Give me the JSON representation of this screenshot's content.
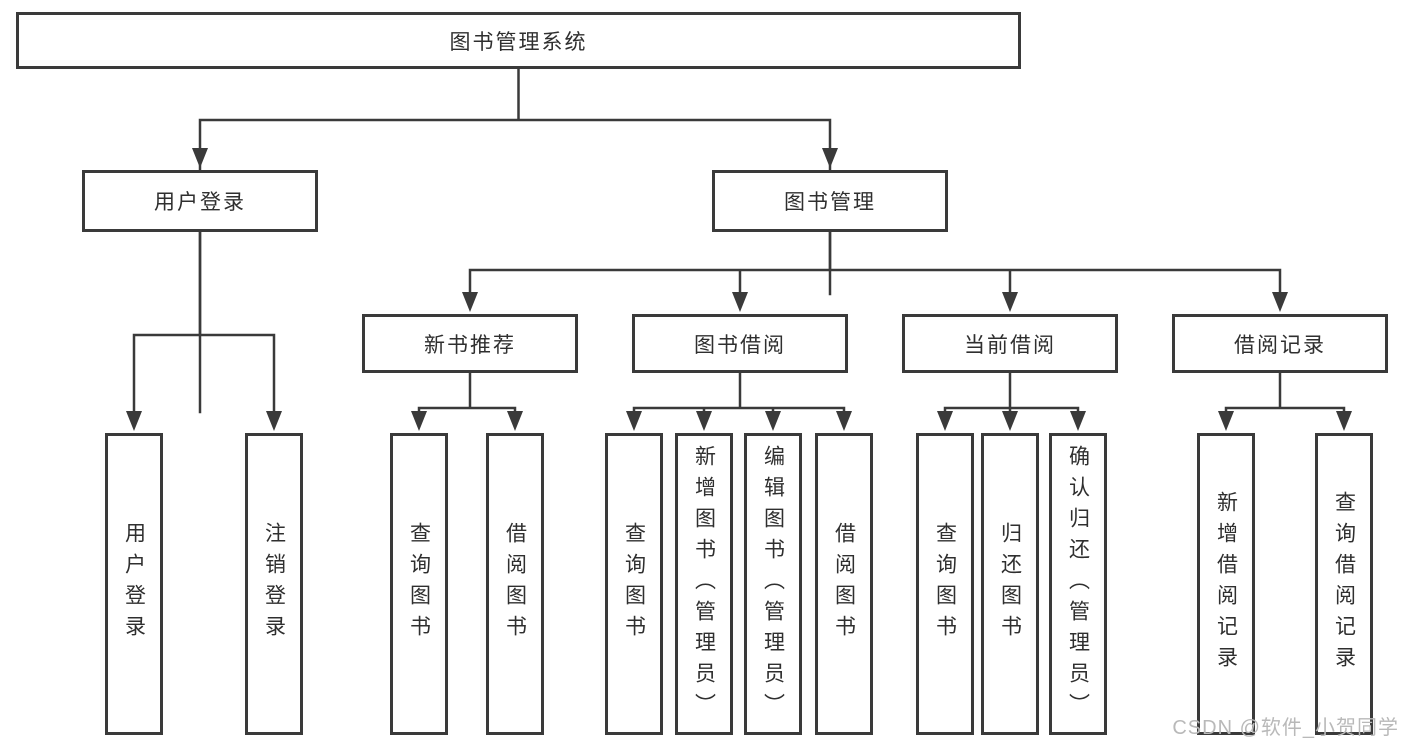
{
  "diagram": {
    "root": {
      "label": "图书管理系统",
      "children": [
        {
          "label": "用户登录",
          "children": [
            {
              "label": "用户登录"
            },
            {
              "label": "注销登录"
            }
          ]
        },
        {
          "label": "图书管理",
          "children": [
            {
              "label": "新书推荐",
              "children": [
                {
                  "label": "查询图书"
                },
                {
                  "label": "借阅图书"
                }
              ]
            },
            {
              "label": "图书借阅",
              "children": [
                {
                  "label": "查询图书"
                },
                {
                  "label": "新增图书（管理员）"
                },
                {
                  "label": "编辑图书（管理员）"
                },
                {
                  "label": "借阅图书"
                }
              ]
            },
            {
              "label": "当前借阅",
              "children": [
                {
                  "label": "查询图书"
                },
                {
                  "label": "归还图书"
                },
                {
                  "label": "确认归还（管理员）"
                }
              ]
            },
            {
              "label": "借阅记录",
              "children": [
                {
                  "label": "新增借阅记录"
                },
                {
                  "label": "查询借阅记录"
                }
              ]
            }
          ]
        }
      ]
    }
  },
  "watermark": {
    "text": "CSDN @软件_小贺同学"
  },
  "colors": {
    "line": "#3a3a3a",
    "border": "#3a3a3a",
    "text": "#2f2f2f",
    "watermark": "#b9b9b9",
    "background": "#ffffff"
  }
}
